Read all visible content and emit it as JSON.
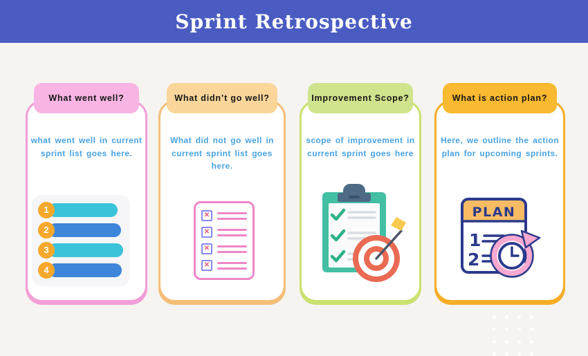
{
  "header": {
    "title": "Sprint Retrospective"
  },
  "cards": [
    {
      "badge": "What went well?",
      "body": "what went well in current sprint list goes here.",
      "accent": "#f29ed8",
      "badge_bg": "#f8b5e4"
    },
    {
      "badge": "What didn’t go well?",
      "body": "What did not go well in current sprint list goes here.",
      "accent": "#f4be77",
      "badge_bg": "#fbd69b"
    },
    {
      "badge": "Improvement Scope?",
      "body": "scope of improvement in current sprint goes here",
      "accent": "#cbe170",
      "badge_bg": "#d0e48d"
    },
    {
      "badge": "What is action plan?",
      "body": "Here, we outline the action plan for upcoming sprints.",
      "accent": "#f6ad27",
      "badge_bg": "#f9b930"
    }
  ],
  "icons": {
    "numbered_list": {
      "items": [
        "1",
        "2",
        "3",
        "4"
      ]
    },
    "checklist": {
      "x_glyph": "✕"
    },
    "clipboard_target": {
      "name": "clipboard-with-checkmarks-and-dart-target"
    },
    "plan": {
      "label": "PLAN",
      "rows": [
        "1",
        "2"
      ]
    }
  },
  "colors": {
    "banner": "#4a5cc2",
    "background": "#f5f4f1",
    "body_text": "#49a3e1",
    "bar_cyan": "#3bc3d9",
    "bar_blue": "#3d86da",
    "number_circle": "#f7a82b",
    "checklist_pink": "#ee86c8",
    "checkbox_purple": "#898af0",
    "checkbox_x": "#e85577",
    "clipboard_teal": "#43bfa4",
    "clip_dark": "#4e6a85",
    "check_green": "#2eb289",
    "target_red": "#ea6a53",
    "dart_shaft": "#4a5568",
    "dart_yellow": "#f8c94d",
    "plan_navy": "#2b3a8c",
    "plan_orange": "#f9bc64",
    "plan_pink": "#f9a8cf"
  }
}
